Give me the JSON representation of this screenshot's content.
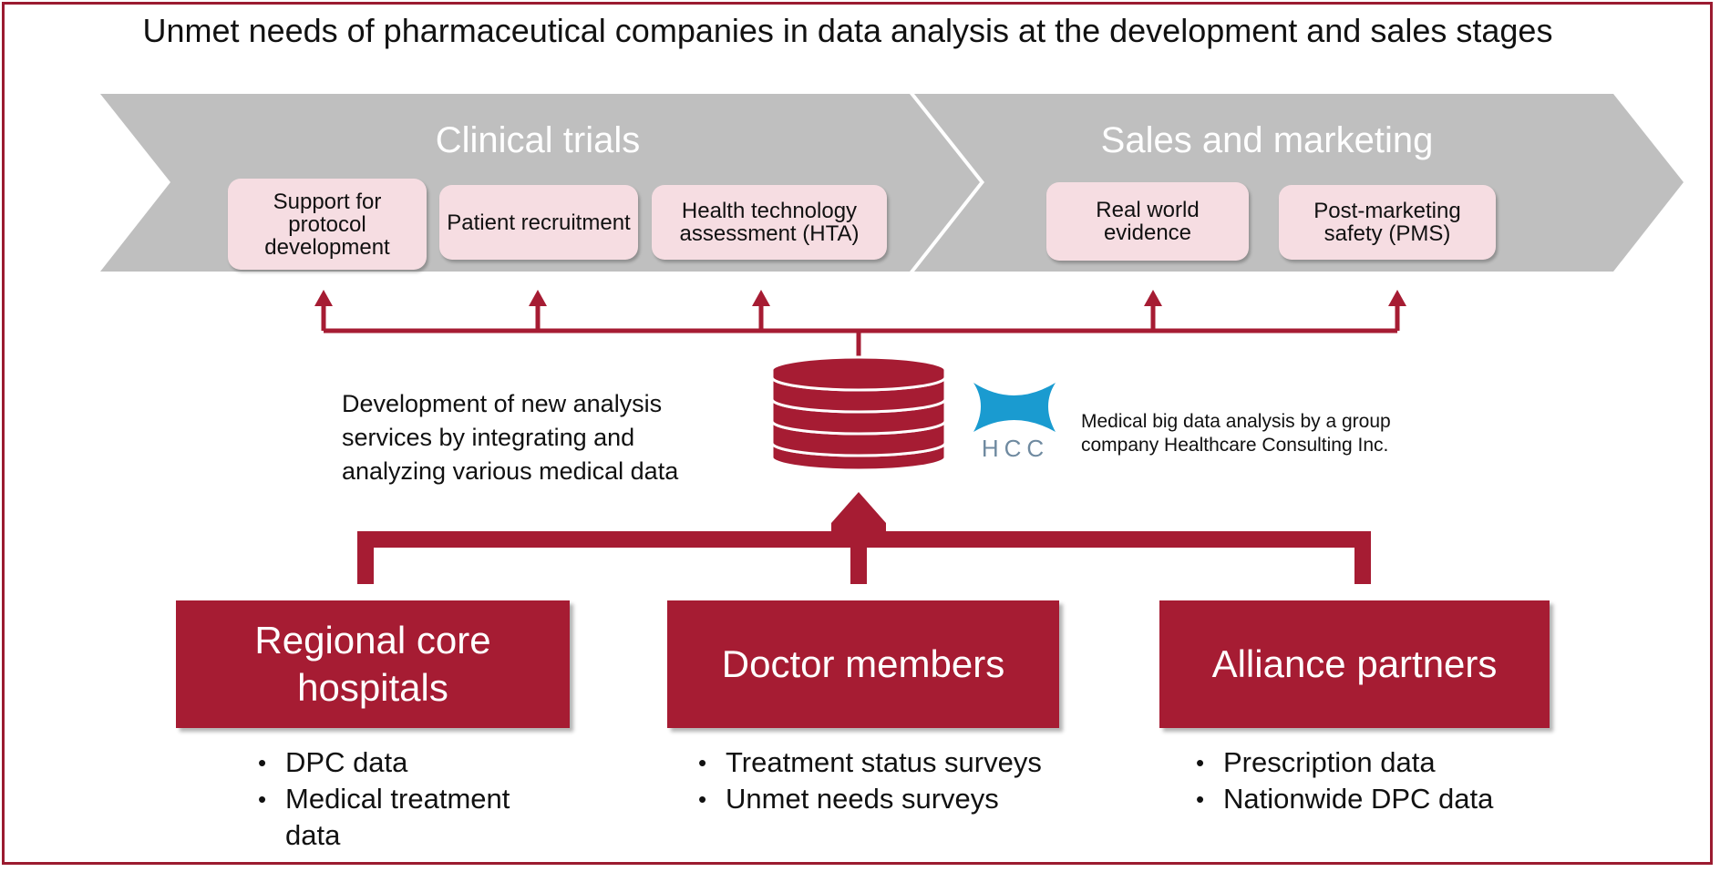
{
  "title": "Unmet needs of pharmaceutical companies in data analysis at the development and sales stages",
  "stages": [
    {
      "title": "Clinical trials",
      "needs": [
        "Support for protocol development",
        "Patient recruitment",
        "Health technology assessment (HTA)"
      ]
    },
    {
      "title": "Sales and marketing",
      "needs": [
        "Real world evidence",
        "Post-marketing safety (PMS)"
      ]
    }
  ],
  "integration_text": "Development of new analysis services by integrating and analyzing various medical data",
  "hcc": {
    "logo_text": "HCC",
    "description": "Medical big data analysis by a group company Healthcare Consulting Inc."
  },
  "sources": [
    {
      "name": "Regional core hospitals",
      "items": [
        "DPC data",
        "Medical treatment data"
      ]
    },
    {
      "name": "Doctor members",
      "items": [
        "Treatment status surveys",
        "Unmet needs surveys"
      ]
    },
    {
      "name": "Alliance partners",
      "items": [
        "Prescription data",
        "Nationwide DPC data"
      ]
    }
  ],
  "colors": {
    "accent": "#a61c33",
    "chevron": "#bfbfbf",
    "need_box": "#f6dde2",
    "logo_blue": "#1a9bd0"
  }
}
